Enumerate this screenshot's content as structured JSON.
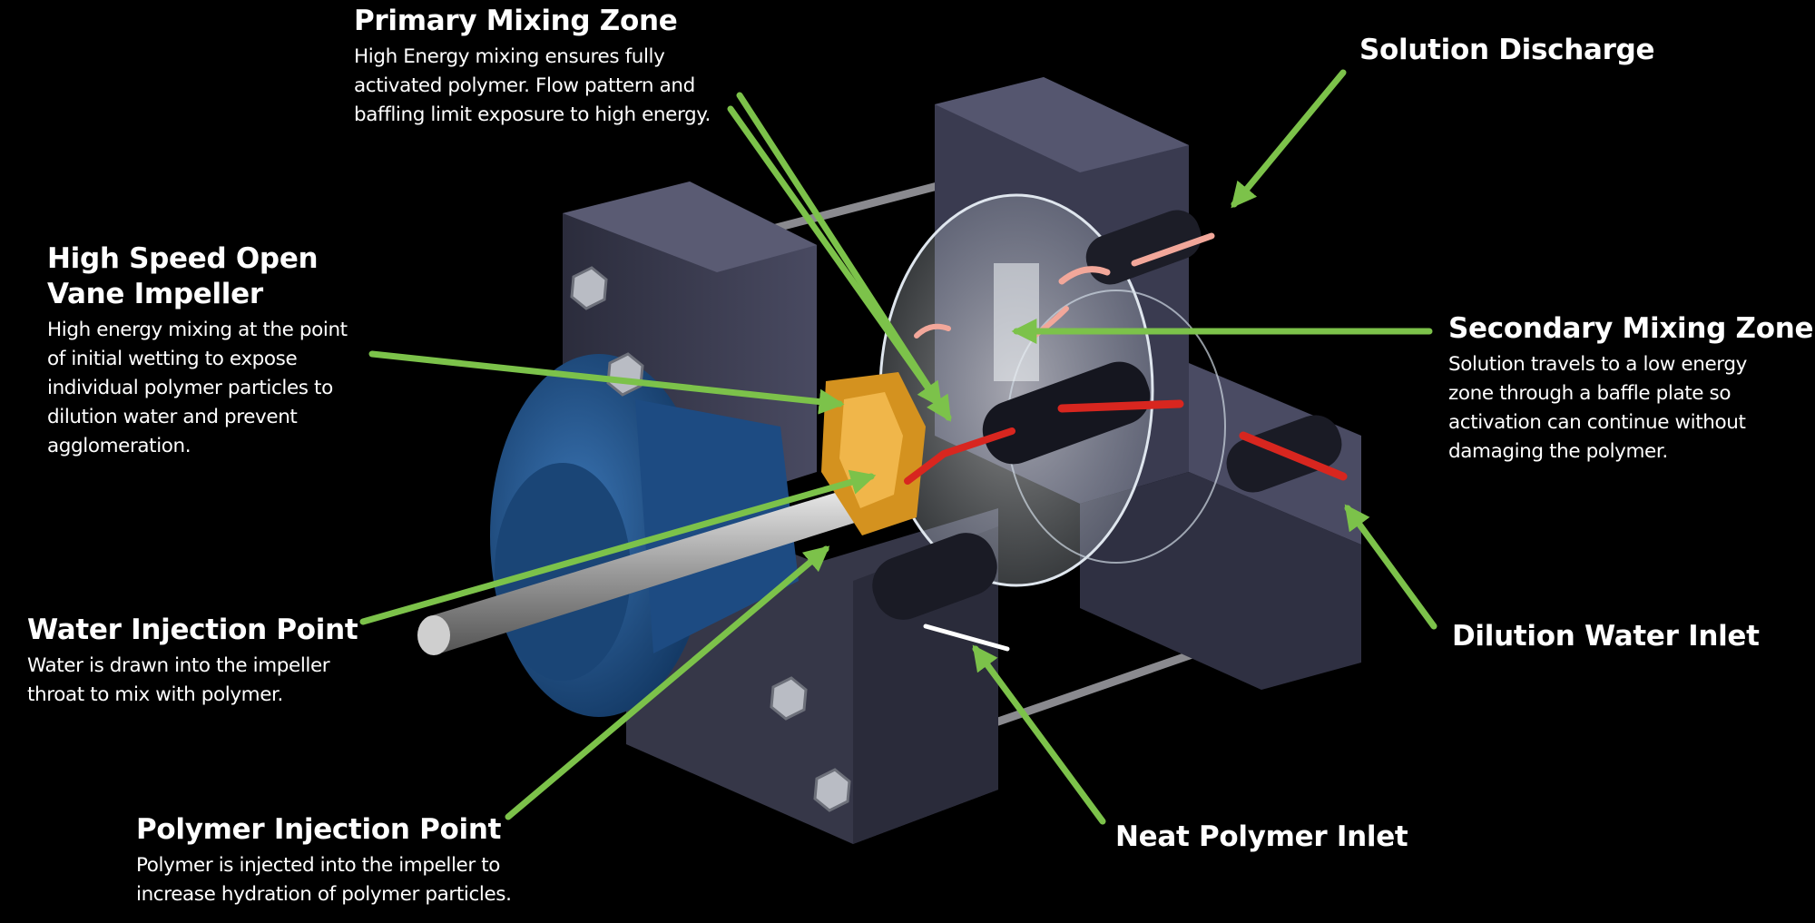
{
  "callouts": {
    "primary_mixing_zone": {
      "title": "Primary Mixing Zone",
      "lines": [
        "High Energy mixing ensures fully",
        "activated polymer. Flow pattern and",
        "baffling limit exposure to high energy."
      ]
    },
    "solution_discharge": {
      "title": "Solution Discharge"
    },
    "high_speed_impeller": {
      "title_lines": [
        "High Speed Open",
        "Vane Impeller"
      ],
      "lines": [
        "High energy mixing at the point",
        "of initial wetting to expose",
        "individual polymer particles to",
        "dilution water and prevent",
        "agglomeration."
      ]
    },
    "secondary_mixing_zone": {
      "title": "Secondary Mixing Zone",
      "lines": [
        "Solution travels to a low energy",
        "zone through a baffle plate so",
        "activation can continue without",
        "damaging the polymer."
      ]
    },
    "water_injection_point": {
      "title": "Water Injection Point",
      "lines": [
        "Water is drawn into the impeller",
        "throat to mix with polymer."
      ]
    },
    "dilution_water_inlet": {
      "title": "Dilution Water Inlet"
    },
    "polymer_injection_point": {
      "title": "Polymer Injection Point",
      "lines": [
        "Polymer is injected into the impeller to",
        "increase hydration of polymer particles."
      ]
    },
    "neat_polymer_inlet": {
      "title": "Neat Polymer Inlet"
    }
  },
  "colors": {
    "background": "#000000",
    "housing": "#3c3d52",
    "housing_dark": "#2a2b3b",
    "motor_blue": "#1f4f86",
    "impeller_orange": "#d4921f",
    "pointer_green": "#7cc24a",
    "flow_red": "#d8261f",
    "flow_pink": "#f2a79a"
  }
}
